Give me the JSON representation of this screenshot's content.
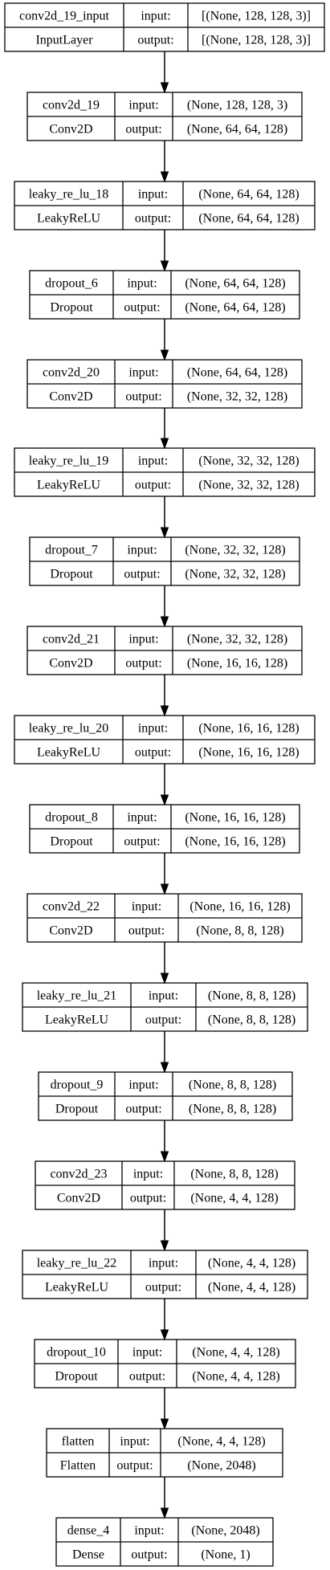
{
  "line_color": "#000000",
  "background_color": "#ffffff",
  "input_label": "input:",
  "output_label": "output:",
  "layers": [
    {
      "name": "conv2d_19_input",
      "type": "InputLayer",
      "input": "[(None, 128, 128, 3)]",
      "output": "[(None, 128, 128, 3)]"
    },
    {
      "name": "conv2d_19",
      "type": "Conv2D",
      "input": "(None, 128, 128, 3)",
      "output": "(None, 64, 64, 128)"
    },
    {
      "name": "leaky_re_lu_18",
      "type": "LeakyReLU",
      "input": "(None, 64, 64, 128)",
      "output": "(None, 64, 64, 128)"
    },
    {
      "name": "dropout_6",
      "type": "Dropout",
      "input": "(None, 64, 64, 128)",
      "output": "(None, 64, 64, 128)"
    },
    {
      "name": "conv2d_20",
      "type": "Conv2D",
      "input": "(None, 64, 64, 128)",
      "output": "(None, 32, 32, 128)"
    },
    {
      "name": "leaky_re_lu_19",
      "type": "LeakyReLU",
      "input": "(None, 32, 32, 128)",
      "output": "(None, 32, 32, 128)"
    },
    {
      "name": "dropout_7",
      "type": "Dropout",
      "input": "(None, 32, 32, 128)",
      "output": "(None, 32, 32, 128)"
    },
    {
      "name": "conv2d_21",
      "type": "Conv2D",
      "input": "(None, 32, 32, 128)",
      "output": "(None, 16, 16, 128)"
    },
    {
      "name": "leaky_re_lu_20",
      "type": "LeakyReLU",
      "input": "(None, 16, 16, 128)",
      "output": "(None, 16, 16, 128)"
    },
    {
      "name": "dropout_8",
      "type": "Dropout",
      "input": "(None, 16, 16, 128)",
      "output": "(None, 16, 16, 128)"
    },
    {
      "name": "conv2d_22",
      "type": "Conv2D",
      "input": "(None, 16, 16, 128)",
      "output": "(None, 8, 8, 128)"
    },
    {
      "name": "leaky_re_lu_21",
      "type": "LeakyReLU",
      "input": "(None, 8, 8, 128)",
      "output": "(None, 8, 8, 128)"
    },
    {
      "name": "dropout_9",
      "type": "Dropout",
      "input": "(None, 8, 8, 128)",
      "output": "(None, 8, 8, 128)"
    },
    {
      "name": "conv2d_23",
      "type": "Conv2D",
      "input": "(None, 8, 8, 128)",
      "output": "(None, 4, 4, 128)"
    },
    {
      "name": "leaky_re_lu_22",
      "type": "LeakyReLU",
      "input": "(None, 4, 4, 128)",
      "output": "(None, 4, 4, 128)"
    },
    {
      "name": "dropout_10",
      "type": "Dropout",
      "input": "(None, 4, 4, 128)",
      "output": "(None, 4, 4, 128)"
    },
    {
      "name": "flatten",
      "type": "Flatten",
      "input": "(None, 4, 4, 128)",
      "output": "(None, 2048)"
    },
    {
      "name": "dense_4",
      "type": "Dense",
      "input": "(None, 2048)",
      "output": "(None, 1)"
    }
  ]
}
